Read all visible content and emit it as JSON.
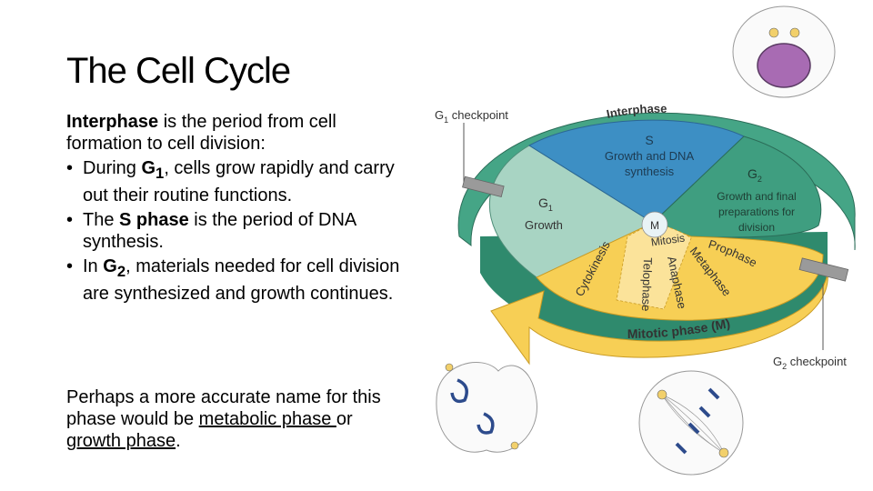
{
  "slide": {
    "title": "The Cell Cycle",
    "intro_bold": "Interphase",
    "intro_rest": " is the period from cell formation to cell division:",
    "bullets": [
      {
        "pre": "During ",
        "bold": "G",
        "sub": "1",
        "post": ", cells grow rapidly and carry out their routine functions."
      },
      {
        "pre": "The ",
        "bold": "S phase",
        "post": " is the period of DNA synthesis."
      },
      {
        "pre": "In ",
        "bold": "G",
        "sub": "2",
        "post": ", materials needed for cell division are synthesized and growth continues."
      }
    ],
    "closing": {
      "pre": "Perhaps a more accurate name for this phase would be ",
      "term1": "metabolic phase ",
      "mid": "or ",
      "term2": "growth phase",
      "post": "."
    }
  },
  "diagram": {
    "interphase_label": "Interphase",
    "s_label": "S",
    "s_desc_1": "Growth and DNA",
    "s_desc_2": "synthesis",
    "g1_label": "G",
    "g1_sub": "1",
    "g1_desc": "Growth",
    "g2_label": "G",
    "g2_sub": "2",
    "g2_desc_1": "Growth and final",
    "g2_desc_2": "preparations for",
    "g2_desc_3": "division",
    "m_label": "M",
    "mitosis_label": "Mitosis",
    "prophase": "Prophase",
    "metaphase": "Metaphase",
    "anaphase": "Anaphase",
    "telophase": "Telophase",
    "cytokinesis": "Cytokinesis",
    "mitotic_phase_label": "Mitotic phase (M)",
    "g1_checkpoint": "checkpoint",
    "g2_checkpoint": "checkpoint",
    "colors": {
      "s_blue": "#3d8fc4",
      "g1_green": "#a8d4c3",
      "g2_green": "#3f9e80",
      "ring_green": "#45a586",
      "mitotic_yellow": "#f7cf55",
      "light_yellow": "#fbe39a",
      "nucleus_purple": "#a86bb3"
    }
  }
}
